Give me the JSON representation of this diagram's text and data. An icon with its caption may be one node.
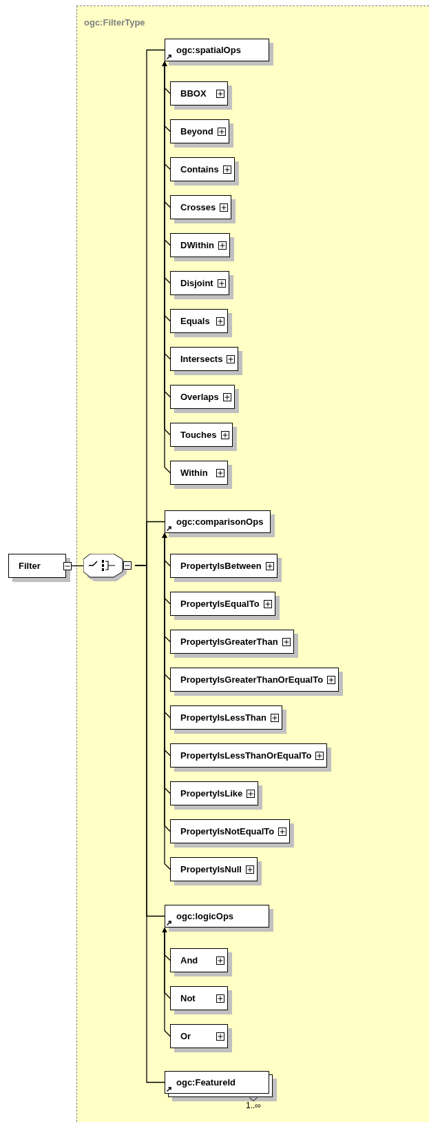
{
  "diagram": {
    "nodes": [
      {
        "text": [
          "ogc:FilterType"
        ]
      },
      {
        "text": [
          "Filter"
        ]
      },
      {
        "text": [],
        "shape": "octagon",
        "in": 0
      },
      {
        "text": [
          "ogc:spatialOps"
        ],
        "in": 0
      },
      {
        "text": [
          "BBOX"
        ],
        "in": 0
      },
      {
        "text": [
          "Beyond"
        ],
        "in": 0
      },
      {
        "text": [
          "Contains"
        ],
        "in": 0
      },
      {
        "text": [
          "Crosses"
        ],
        "in": 0
      },
      {
        "text": [
          "DWithin"
        ],
        "in": 0
      },
      {
        "text": [
          "Disjoint"
        ],
        "in": 0
      },
      {
        "text": [
          "Equals"
        ],
        "in": 0
      },
      {
        "text": [
          "Intersects"
        ],
        "in": 0
      },
      {
        "text": [
          "Overlaps"
        ],
        "in": 0
      },
      {
        "text": [
          "Touches"
        ],
        "in": 0
      },
      {
        "text": [
          "Within"
        ],
        "in": 0
      },
      {
        "text": [
          "ogc:comparisonOps"
        ],
        "in": 0
      },
      {
        "text": [
          "PropertyIsBetween"
        ],
        "in": 0
      },
      {
        "text": [
          "PropertyIsEqualTo"
        ],
        "in": 0
      },
      {
        "text": [
          "PropertyIsGreaterThan"
        ],
        "in": 0
      },
      {
        "text": [
          "PropertyIsGreaterThanOrEqualTo"
        ],
        "in": 0
      },
      {
        "text": [
          "PropertyIsLessThan"
        ],
        "in": 0
      },
      {
        "text": [
          "PropertyIsLessThanOrEqualTo"
        ],
        "in": 0
      },
      {
        "text": [
          "PropertyIsLike"
        ],
        "in": 0
      },
      {
        "text": [
          "PropertyIsNotEqualTo"
        ],
        "in": 0
      },
      {
        "text": [
          "PropertyIsNull"
        ],
        "in": 0
      },
      {
        "text": [
          "ogc:logicOps"
        ],
        "in": 0
      },
      {
        "text": [
          "And"
        ],
        "in": 0
      },
      {
        "text": [
          "Not"
        ],
        "in": 0
      },
      {
        "text": [
          "Or"
        ],
        "in": 0
      },
      {
        "text": [
          "ogc:FeatureId"
        ],
        "in": 0,
        "beside": [
          "1..∞"
        ]
      }
    ],
    "edges": [
      {
        "from": 1,
        "to": 2,
        "arrow": "none"
      },
      {
        "from": 2,
        "to": 3,
        "arrow": "none"
      },
      {
        "from": 2,
        "to": 15,
        "arrow": "none"
      },
      {
        "from": 2,
        "to": 25,
        "arrow": "none"
      },
      {
        "from": 2,
        "to": 29,
        "arrow": "none"
      },
      {
        "from": 4,
        "to": 3,
        "arrow": "to"
      },
      {
        "from": 5,
        "to": 3,
        "arrow": "to"
      },
      {
        "from": 6,
        "to": 3,
        "arrow": "to"
      },
      {
        "from": 7,
        "to": 3,
        "arrow": "to"
      },
      {
        "from": 8,
        "to": 3,
        "arrow": "to"
      },
      {
        "from": 9,
        "to": 3,
        "arrow": "to"
      },
      {
        "from": 10,
        "to": 3,
        "arrow": "to"
      },
      {
        "from": 11,
        "to": 3,
        "arrow": "to"
      },
      {
        "from": 12,
        "to": 3,
        "arrow": "to"
      },
      {
        "from": 13,
        "to": 3,
        "arrow": "to"
      },
      {
        "from": 14,
        "to": 3,
        "arrow": "to"
      },
      {
        "from": 16,
        "to": 15,
        "arrow": "to"
      },
      {
        "from": 17,
        "to": 15,
        "arrow": "to"
      },
      {
        "from": 18,
        "to": 15,
        "arrow": "to"
      },
      {
        "from": 19,
        "to": 15,
        "arrow": "to"
      },
      {
        "from": 20,
        "to": 15,
        "arrow": "to"
      },
      {
        "from": 21,
        "to": 15,
        "arrow": "to"
      },
      {
        "from": 22,
        "to": 15,
        "arrow": "to"
      },
      {
        "from": 23,
        "to": 15,
        "arrow": "to"
      },
      {
        "from": 24,
        "to": 15,
        "arrow": "to"
      },
      {
        "from": 26,
        "to": 25,
        "arrow": "to"
      },
      {
        "from": 27,
        "to": 25,
        "arrow": "to"
      },
      {
        "from": 28,
        "to": 25,
        "arrow": "to"
      }
    ]
  }
}
